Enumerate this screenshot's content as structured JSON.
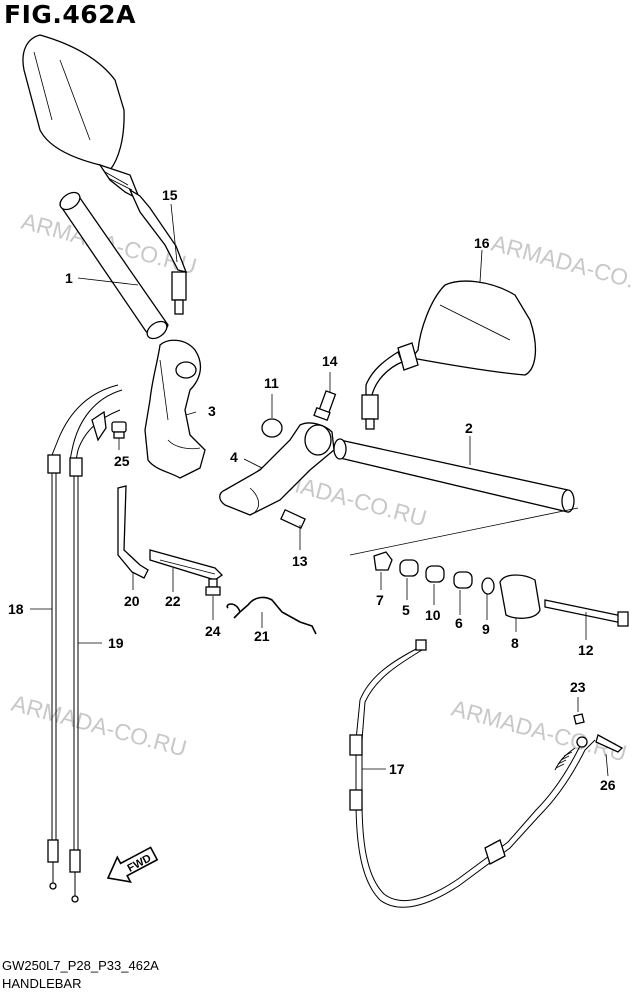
{
  "figure": {
    "title": "FIG.462A",
    "code": "GW250L7_P28_P33_462A",
    "name": "HANDLEBAR"
  },
  "watermark": "ARMADA-CO.RU",
  "direction_label": "FWD",
  "callouts": [
    "1",
    "2",
    "3",
    "4",
    "5",
    "6",
    "7",
    "8",
    "9",
    "10",
    "11",
    "12",
    "13",
    "14",
    "15",
    "16",
    "17",
    "18",
    "19",
    "20",
    "21",
    "22",
    "23",
    "24",
    "25",
    "26"
  ]
}
